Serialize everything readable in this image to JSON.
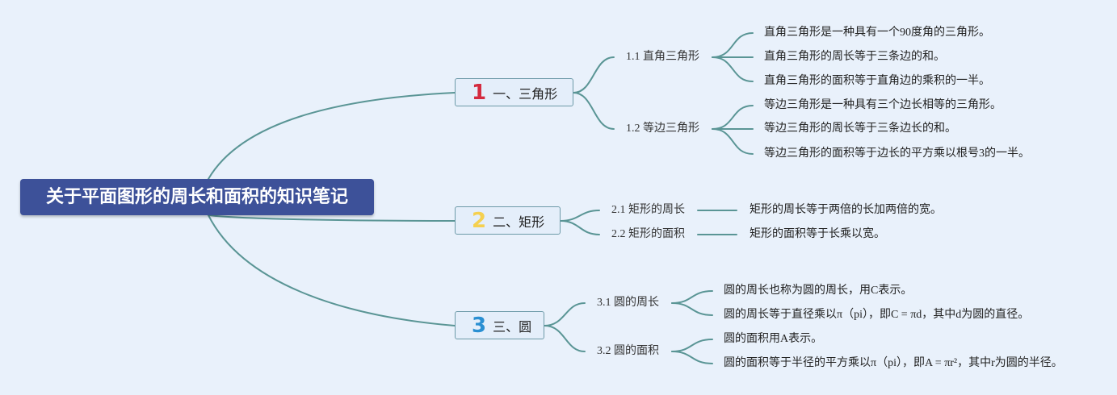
{
  "root": {
    "label": "关于平面图形的周长和面积的知识笔记"
  },
  "colors": {
    "link": "#5a9595",
    "root_bg": "#3d5199",
    "num1": "#d42a3f",
    "num2": "#f5d04f",
    "num3": "#2a8fd2"
  },
  "branches": [
    {
      "num": "1",
      "label": "一、三角形",
      "children": [
        {
          "label": "1.1 直角三角形",
          "leaves": [
            "直角三角形是一种具有一个90度角的三角形。",
            "直角三角形的周长等于三条边的和。",
            "直角三角形的面积等于直角边的乘积的一半。"
          ]
        },
        {
          "label": "1.2 等边三角形",
          "leaves": [
            "等边三角形是一种具有三个边长相等的三角形。",
            "等边三角形的周长等于三条边长的和。",
            "等边三角形的面积等于边长的平方乘以根号3的一半。"
          ]
        }
      ]
    },
    {
      "num": "2",
      "label": "二、矩形",
      "children": [
        {
          "label": "2.1 矩形的周长",
          "leaves": [
            "矩形的周长等于两倍的长加两倍的宽。"
          ]
        },
        {
          "label": "2.2 矩形的面积",
          "leaves": [
            "矩形的面积等于长乘以宽。"
          ]
        }
      ]
    },
    {
      "num": "3",
      "label": "三、圆",
      "children": [
        {
          "label": "3.1 圆的周长",
          "leaves": [
            "圆的周长也称为圆的周长，用C表示。",
            "圆的周长等于直径乘以π（pi），即C = πd，其中d为圆的直径。"
          ]
        },
        {
          "label": "3.2 圆的面积",
          "leaves": [
            "圆的面积用A表示。",
            "圆的面积等于半径的平方乘以π（pi），即A = πr²，其中r为圆的半径。"
          ]
        }
      ]
    }
  ]
}
